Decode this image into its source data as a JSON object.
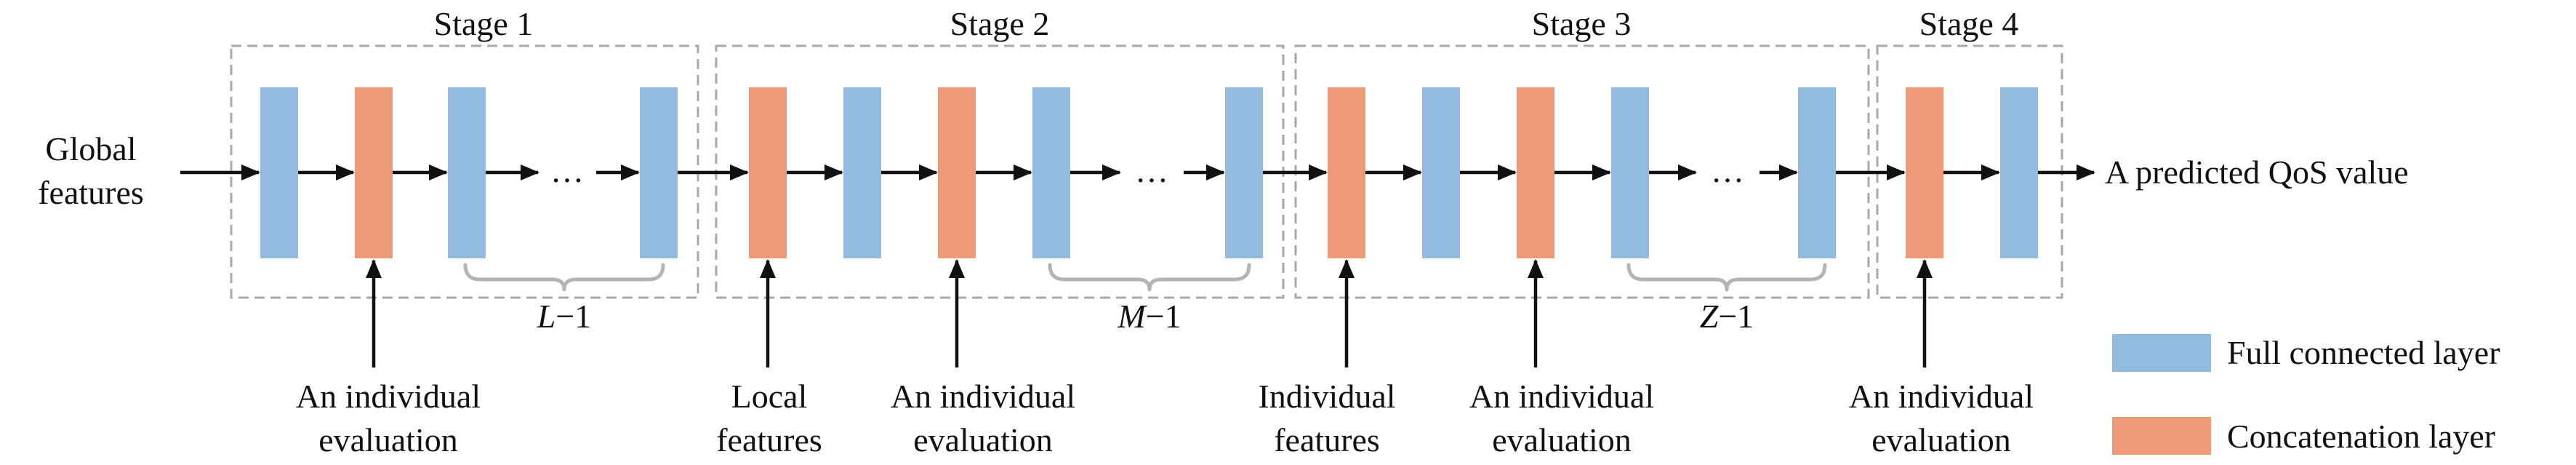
{
  "colors": {
    "full_connected": "#93badf",
    "concatenation": "#ec9a78",
    "stage_border": "#a8a8a8",
    "arrow": "#111111"
  },
  "stages": [
    {
      "title": "Stage 1",
      "repeat": {
        "var": "L",
        "rest": "−1"
      }
    },
    {
      "title": "Stage 2",
      "repeat": {
        "var": "M",
        "rest": "−1"
      }
    },
    {
      "title": "Stage 3",
      "repeat": {
        "var": "Z",
        "rest": "−1"
      }
    },
    {
      "title": "Stage 4"
    }
  ],
  "ellipsis": "…",
  "input": {
    "line1": "Global",
    "line2": "features"
  },
  "output": "A predicted QoS value",
  "bottom_inputs": [
    {
      "line1": "An individual",
      "line2": "evaluation"
    },
    {
      "line1": "Local",
      "line2": "features"
    },
    {
      "line1": "An individual",
      "line2": "evaluation"
    },
    {
      "line1": "Individual",
      "line2": "features"
    },
    {
      "line1": "An individual",
      "line2": "evaluation"
    },
    {
      "line1": "An individual",
      "line2": "evaluation"
    }
  ],
  "legend": [
    {
      "label": "Full connected layer",
      "color": "#93badf"
    },
    {
      "label": "Concatenation layer",
      "color": "#ec9a78"
    }
  ]
}
